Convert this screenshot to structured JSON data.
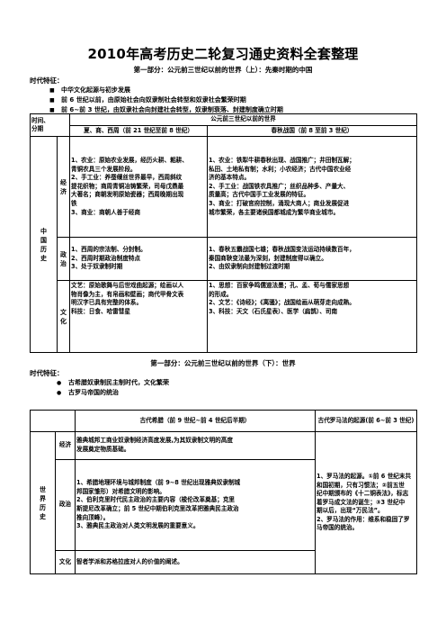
{
  "title": "2010年高考历史二轮复习通史资料全套整理",
  "part1": {
    "subtitle": "第一部分：公元前三世纪以前的世界（上）：先秦时期的中国",
    "features_label": "时代特征：",
    "features": [
      "中华文化起源与初步发展",
      "前 6 世纪以前，由原始社会向奴隶制社会转型和奴隶社会繁荣时期",
      "前 6~前 3 世纪，由奴隶社会向封建社会转型，奴隶制衰落、封建制度确立时期"
    ],
    "table": {
      "corner_top": "时间、",
      "corner_bottom": "分期",
      "span_header": "公元前三世纪以前的世界",
      "col1": "夏、商、西周（前 21 世纪至前 8 世纪）",
      "col2": "春秋战国（前 8 至前 3 世纪）",
      "region": "中国历史",
      "rows": [
        {
          "label": "经济",
          "left": [
            "1、农业：原始农业发展，经历火耕、耜耕、",
            "青铜农具三个发展阶段。",
            "2、手工业：养蚕缫丝世界最早，西周斜纹",
            "提花织物；商周青铜冶铸繁荣，司母戊鼎最",
            "大著名；商朝发明原始瓷器；西周晚期出现",
            "铁",
            "3、商业：商朝人善于经商"
          ],
          "right": [
            "1、农业：铁犁牛耕春秋出现、战国推广；井田制瓦解；",
            "私田、土地私有制；水利；小农经济；古代中国农业经",
            "济的基本特点。",
            "2、手工业：战国铁农具推广；丝织品种多、产量大、",
            "质量高；古代中国手工业发展的特征。",
            "3、商业：打破官府控制，涌现大商人；商业发展促进",
            "城市繁荣，各主要诸侯国都城成为繁华商业城市。"
          ]
        },
        {
          "label": "政治",
          "left": [
            "1、西周的宗法制、分封制。",
            "2、西周时期政治制度特点",
            "3、处于奴隶制时期"
          ],
          "right": [
            "1、春秋五霸战国七雄；春秋战国变法运动持续数百年，",
            "秦国商鞅变法最为深刻，封建制度得以确立。",
            "2、由奴隶制向封建制过渡时期"
          ]
        },
        {
          "label": "文化",
          "left": [
            "文艺：原始歌舞与后世戏曲起源；绘画以人",
            "物肖像为主，有帛画和壁画；商代甲骨文表",
            "明汉字已具有完整的体系。",
            "科技：日食、哈雷彗星"
          ],
          "right": [
            "1、思想：百家争鸣儒道法墨；孔、孟、荀与儒家思想",
            "的形成。",
            "2、文艺：《诗经》；《离骚》；战国绘画从萌芽走向成熟。",
            "3、科技：天文（石氏星表）、医学（扁鹊）、司南"
          ]
        }
      ]
    }
  },
  "part2": {
    "subtitle": "第一部分：公元前三世纪以前的世界（下）：世界",
    "features_label": "时代特征：",
    "features": [
      "古希腊奴隶制民主制时代，文化繁荣",
      "古罗马帝国的统治"
    ],
    "table": {
      "col1": "古代希腊（前 9 世纪~前 4 世纪后半期）",
      "col2": "古代罗马法的起源(前 6~前 3 世纪)",
      "region": "世界历史",
      "rows": [
        {
          "label": "经济",
          "left": [
            "雅典城邦工商业奴隶制经济高度发展,为其奴隶制文明的高度",
            "发展奠定物质基础。"
          ]
        },
        {
          "label": "政治",
          "left": [
            "1、希腊地理环境与城邦制度（前 9~8 世纪出现雅典奴隶制城",
            "邦国家雏形）对希腊文明的影响。",
            "2、伯利克里时代民主政治的主要内容（梭伦改革奠基；克里",
            "斯提尼改革确立；前 5 世纪中期伯利克里改革把雅典民主政治",
            "推向顶峰）。",
            "3、雅典民主政治对人类文明发展的重要意义。"
          ]
        },
        {
          "label": "文化",
          "left": [
            "智者学派和苏格拉底对人的价值的阐述。"
          ]
        }
      ],
      "right": [
        "1、罗马法的起源。①前 6 世纪末共",
        "和国初期，只有习惯法；②前五世",
        "纪中期颁布的《十二铜表法》，标志",
        "着罗马成文法的诞生；③3 世纪中",
        "期以后，出现“万民法”。",
        "2、罗马法的作用：维系和稳固了罗",
        "马帝国的统治。"
      ]
    }
  }
}
